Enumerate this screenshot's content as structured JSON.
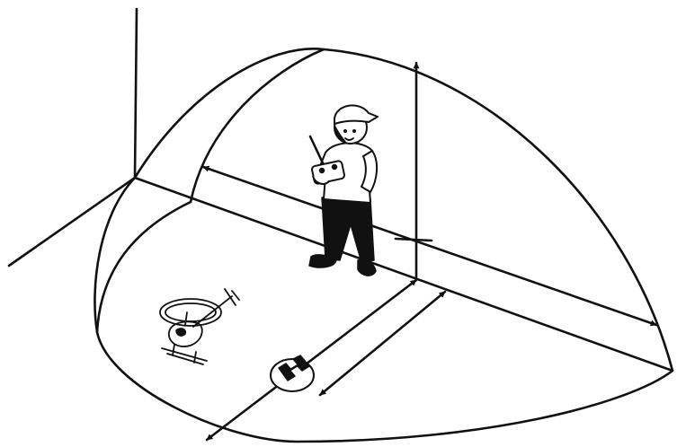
{
  "diagram": {
    "colors": {
      "line": "#111111",
      "background": "#ffffff"
    },
    "elements": [
      "room-corner",
      "flight-dome-outline",
      "width-arrow",
      "height-arrow",
      "depth-arrow",
      "distance-arrow",
      "operator-child-figure",
      "rc-transmitter",
      "rc-helicopter",
      "landing-pad-marker"
    ]
  }
}
